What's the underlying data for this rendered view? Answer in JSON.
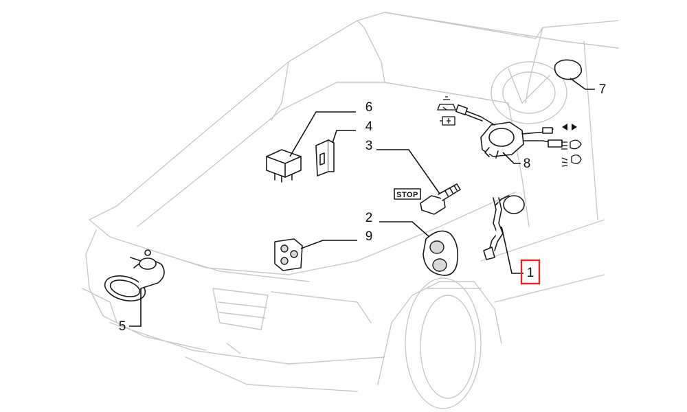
{
  "callouts": [
    {
      "id": "1",
      "label": "1",
      "highlighted": true
    },
    {
      "id": "2",
      "label": "2",
      "highlighted": false
    },
    {
      "id": "3",
      "label": "3",
      "highlighted": false
    },
    {
      "id": "4",
      "label": "4",
      "highlighted": false
    },
    {
      "id": "5",
      "label": "5",
      "highlighted": false
    },
    {
      "id": "6",
      "label": "6",
      "highlighted": false
    },
    {
      "id": "7",
      "label": "7",
      "highlighted": false
    },
    {
      "id": "8",
      "label": "8",
      "highlighted": false
    },
    {
      "id": "9",
      "label": "9",
      "highlighted": false
    }
  ],
  "stop_label": "STOP",
  "colors": {
    "highlight": "#e0262b",
    "car_outline": "#c8c8c8",
    "part_outline": "#1a1a1a"
  }
}
